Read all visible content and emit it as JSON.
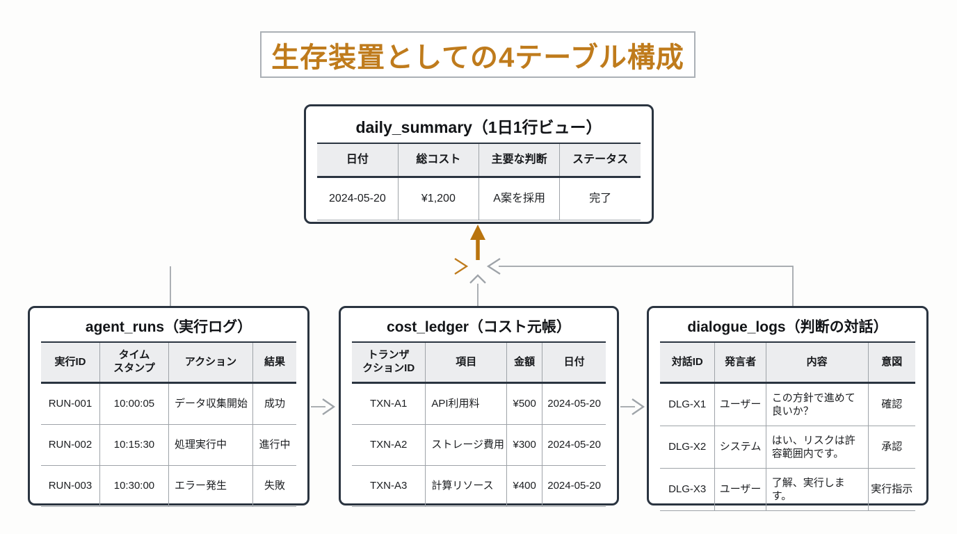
{
  "page": {
    "title": "生存装置としての4テーブル構成"
  },
  "colors": {
    "accent_orange": "#BF7B1C",
    "arrow_orange": "#B9740E",
    "line_gray": "#9EA3A8",
    "border_dark": "#2A3440",
    "header_bg": "#ECEDEF"
  },
  "tables": {
    "daily_summary": {
      "heading": "daily_summary（1日1行ビュー）",
      "columns": [
        "日付",
        "総コスト",
        "主要な判断",
        "ステータス"
      ],
      "rows": [
        [
          "2024-05-20",
          "¥1,200",
          "A案を採用",
          "完了"
        ]
      ]
    },
    "agent_runs": {
      "heading": "agent_runs（実行ログ）",
      "columns": [
        "実行ID",
        "タイム\nスタンプ",
        "アクション",
        "結果"
      ],
      "rows": [
        [
          "RUN-001",
          "10:00:05",
          "データ収集開始",
          "成功"
        ],
        [
          "RUN-002",
          "10:15:30",
          "処理実行中",
          "進行中"
        ],
        [
          "RUN-003",
          "10:30:00",
          "エラー発生",
          "失敗"
        ]
      ]
    },
    "cost_ledger": {
      "heading": "cost_ledger（コスト元帳）",
      "columns": [
        "トランザ\nクションID",
        "項目",
        "金額",
        "日付"
      ],
      "rows": [
        [
          "TXN-A1",
          "API利用料",
          "¥500",
          "2024-05-20"
        ],
        [
          "TXN-A2",
          "ストレージ費用",
          "¥300",
          "2024-05-20"
        ],
        [
          "TXN-A3",
          "計算リソース",
          "¥400",
          "2024-05-20"
        ]
      ]
    },
    "dialogue_logs": {
      "heading": "dialogue_logs（判断の対話）",
      "columns": [
        "対話ID",
        "発言者",
        "内容",
        "意図"
      ],
      "rows": [
        [
          "DLG-X1",
          "ユーザー",
          "この方針で進めて\n良いか？",
          "確認"
        ],
        [
          "DLG-X2",
          "システム",
          "はい、リスクは許\n容範囲内です。",
          "承認"
        ],
        [
          "DLG-X3",
          "ユーザー",
          "了解、実行しま\nす。",
          "実行指示"
        ]
      ]
    }
  }
}
